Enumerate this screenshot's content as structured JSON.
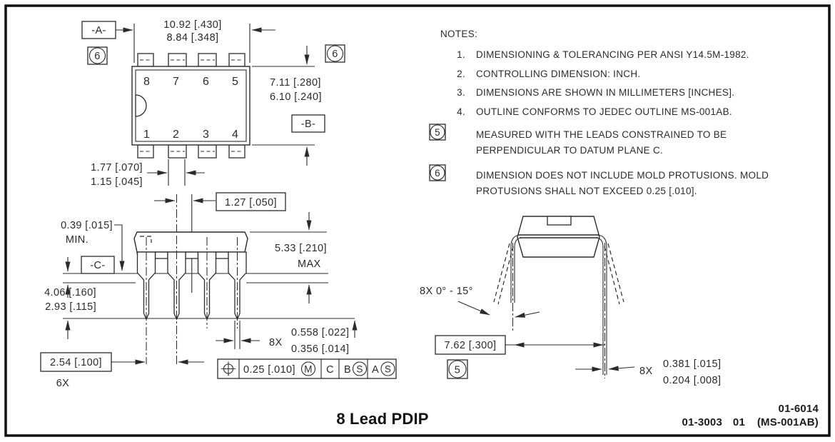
{
  "colors": {
    "ink": "#2b2b2b",
    "background": "#ffffff"
  },
  "top_view": {
    "dim_width_1": "10.92 [.430]",
    "dim_width_2": "8.84 [.348]",
    "datum_a": "-A-",
    "flag_left": "6",
    "flag_right": "6",
    "dim_height_1": "7.11 [.280]",
    "dim_height_2": "6.10 [.240]",
    "datum_b": "-B-",
    "dim_pin_1": "1.77 [.070]",
    "dim_pin_2": "1.15 [.045]",
    "pins_top": [
      "8",
      "7",
      "6",
      "5"
    ],
    "pins_bottom": [
      "1",
      "2",
      "3",
      "4"
    ]
  },
  "side_view": {
    "dim_half_pitch": "1.27 [.050]",
    "dim_standoff": "0.39 [.015]",
    "dim_standoff_qual": "MIN.",
    "datum_c": "-C-",
    "dim_height_max": "5.33 [.210]",
    "dim_height_qual": "MAX",
    "dim_lead_len_1": "4.06 [.160]",
    "dim_lead_len_2": "2.93 [.115]",
    "dim_pitch": "2.54 [.100]",
    "dim_pitch_qual": "6X",
    "lead_width_count": "8X",
    "dim_lead_w1": "0.558 [.022]",
    "dim_lead_w2": "0.356 [.014]"
  },
  "fcf": {
    "tolerance": "0.25 [.010]",
    "modifier": "M",
    "datum_primary": "C",
    "datum_secondary": "B",
    "modifier_secondary": "S",
    "datum_tertiary": "A",
    "modifier_tertiary": "S"
  },
  "end_view": {
    "angle": "8X 0° - 15°",
    "dim_row_spacing": "7.62 [.300]",
    "flag": "5",
    "lead_thickness_count": "8X",
    "dim_thickness_1": "0.381 [.015]",
    "dim_thickness_2": "0.204 [.008]"
  },
  "notes": {
    "heading": "NOTES:",
    "item1_num": "1.",
    "item1": "DIMENSIONING & TOLERANCING PER ANSI Y14.5M-1982.",
    "item2_num": "2.",
    "item2": "CONTROLLING DIMENSION: INCH.",
    "item3_num": "3.",
    "item3": "DIMENSIONS ARE SHOWN IN MILLIMETERS [INCHES].",
    "item4_num": "4.",
    "item4": "OUTLINE CONFORMS TO JEDEC OUTLINE MS-001AB.",
    "item5_flag": "5",
    "item5_line1": "MEASURED WITH THE LEADS CONSTRAINED TO BE",
    "item5_line2": "PERPENDICULAR TO DATUM PLANE C.",
    "item6_flag": "6",
    "item6_line1": "DIMENSION DOES NOT INCLUDE MOLD PROTUSIONS. MOLD",
    "item6_line2": "PROTUSIONS SHALL NOT EXCEED 0.25 [.010]."
  },
  "footer": {
    "title": "8 Lead PDIP",
    "doc_number": "01-6014",
    "doc_line2_a": "01-3003",
    "doc_line2_b": "01",
    "doc_line2_c": "(MS-001AB)"
  }
}
